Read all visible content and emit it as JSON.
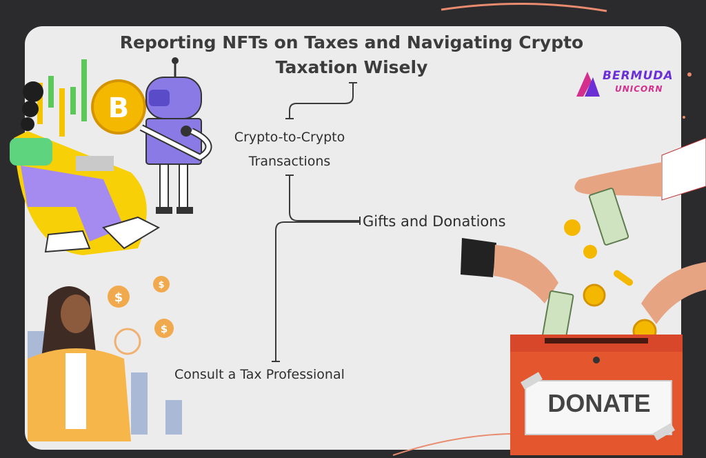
{
  "title": "Reporting NFTs on Taxes and Navigating Crypto Taxation Wisely",
  "nodes": [
    {
      "label": "Crypto-to-Crypto Transactions"
    },
    {
      "label": "Gifts and Donations"
    },
    {
      "label": "Consult a Tax Professional"
    }
  ],
  "logo": {
    "word1": "BERMUDA",
    "word2": "UNICORN"
  },
  "illustration": {
    "box_label": "DONATE",
    "coin_symbol": "B",
    "dollar_symbol": "$"
  },
  "colors": {
    "background": "#2b2b2d",
    "card": "#ececec",
    "accent_orange": "#e4572e",
    "coin_gold": "#f5b800",
    "robot_purple": "#8a7ae6",
    "connector": "#3a3a3a"
  }
}
